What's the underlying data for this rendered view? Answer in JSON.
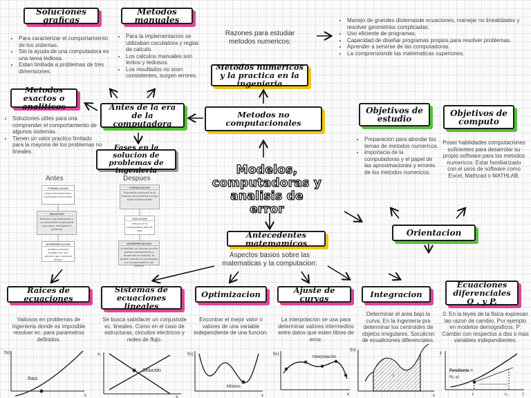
{
  "center_title": "Modelos, computadoras y analisis de error",
  "soluciones_graficas": {
    "title": "Soluciones graficas",
    "bullets": [
      "Para caracterizar el comportamiento de los sistemas.",
      "Sin la ayuda de una computadora es una tarea tediosa.",
      "Estan limitada a problemas de tres dimensiones."
    ]
  },
  "metodos_manuales": {
    "title": "Metodos manuales",
    "bullets": [
      "Para la implementacion se utilizaban caculadora y reglas de calculo.",
      "Los calculos manuales son lentos y tediosos.",
      "Los resultados no sosn consistentes, surgen errores."
    ]
  },
  "razones": {
    "text": "Razones para estudiar metodos numericos:",
    "bullets": [
      "Manejo de grandes distemasde ecuaciones, manejar no linealidades y resolver geometrias complicadas.",
      "Uso eficiente de programas.",
      "Capacidad de diseñar programas propios para resolver problemas.",
      "Aprender a servirse de las computadoras.",
      "La comprensionde las matematicas superiones."
    ]
  },
  "metodos_ing": {
    "title": "Metodos numericos y la practica en la ingenieria"
  },
  "metodos_exactos": {
    "title": "Metodos exactos o analiticos",
    "bullets": [
      "Soluciones utiles para una comprender el comportamiento de algunos sistemas.",
      "Tienen un valor practico limitado para la mayoria de los problemas no lineales."
    ]
  },
  "antes_era": {
    "title": "Antes de la era de la computadora"
  },
  "metodos_no_comp": {
    "title": "Metodos no computacionales"
  },
  "fases": {
    "title": "Fases en la solucion de problemas de ingenieria"
  },
  "flow": {
    "antes_label": "Antes",
    "despues_label": "Despues",
    "formulacion": "FORMULACION",
    "solucion": "SOLUCION",
    "interpretacion": "INTERPRETACION",
    "antes_formulacion": "Leyes fundamentales explicadas brevemente",
    "antes_solucion": "Métodos muy elaborados y con frecuencia complicados para hacer manejable el problema",
    "antes_interpretacion": "Análisis profundo limitado por una solución que consume tiempo",
    "despues_formulacion": "Exposición profunda de la relación del problema con las leyes fundamentales",
    "despues_solucion": "Método de la computadora fácil de usar",
    "despues_interpretacion": "La facilidad de calcular permite pensar holísticamente y desarrollar la intuición; es factible estudiar la sensibilidad y el comportamiento del sistema"
  },
  "objetivos_estudio": {
    "title": "Objetivos de estudio",
    "bullets": [
      "Preparacion para abordar los temas de metodos numericos.",
      "importacia de la computadoras y el papel de las aproximaciones y errores de los metodos numericos."
    ]
  },
  "objetivos_computo": {
    "title": "Objetivos de computo",
    "text": "Poser habilidades computaciones suficientes para desarrolar su propio software para los metodos numericos. Estar familiarizado con el usos de software como Excel, Mathcad o MATHLAB."
  },
  "antecedentes": {
    "title": "Antecedentes matemamicos",
    "text": "Aspectos basios sobre las matematicas y la computacion:"
  },
  "orientacion": {
    "title": "Orientacion"
  },
  "raices": {
    "title": "Raices de ecuaciones",
    "text": "Valiosos en problemas de ingenieria donde es imposible resolver ec. para parametros definidos.",
    "graph_y": "f(x)",
    "graph_x": "x",
    "graph_label": "Raíz"
  },
  "sistemas": {
    "title": "Sistemas de ecuaciones lineales",
    "text": "Se busca satisfacer un conjustode ec. lineales. Como en el caso de estructuras, circuitos electricos y redes de flujo.",
    "graph_y": "x₂",
    "graph_x": "x₁",
    "graph_label": "Solución"
  },
  "optimizacion": {
    "title": "Optimizacion",
    "text": "Encontrar el  mejor valor o valores de una variable independiente de una funcion.",
    "graph_y": "f(x)",
    "graph_x": "x",
    "graph_label": "Mínimo"
  },
  "ajuste": {
    "title": "Ajuste de curvas",
    "text": "La interpolacion se usa para determinar valores intermedios entre datos que esten libres de error.",
    "graph_y": "f(x)",
    "graph_x": "x",
    "graph_label": "Interpolación"
  },
  "integracion": {
    "title": "Integracion",
    "text": "Determinar el area bajo la curva. En la ingenieria pra determinar los centroides de objetos irregulares. Soculicon de ecualiciones diferenciales.",
    "graph_y": "f(x)",
    "graph_x": "x",
    "graph_label": "I"
  },
  "ecuaciones_dif": {
    "title": "Ecuaciones diferenciales O . y P.",
    "text": "0: En la leyes de la fisica expresan las razon de cambio. Por ejemplo en modelos demograficos. P: Cambio con respectos a dos o mas variables independientes.",
    "graph_y": "y",
    "graph_x": "t",
    "graph_label": "Pendiente =",
    "graph_expr": "f(tᵢ, yᵢ)",
    "graph_t1": "tᵢ",
    "graph_t2": "tᵢ₊₁"
  },
  "colors": {
    "pink": "#e0459b",
    "green": "#55c23a",
    "yellow": "#f2c414",
    "gray": "#9a9a9a"
  }
}
